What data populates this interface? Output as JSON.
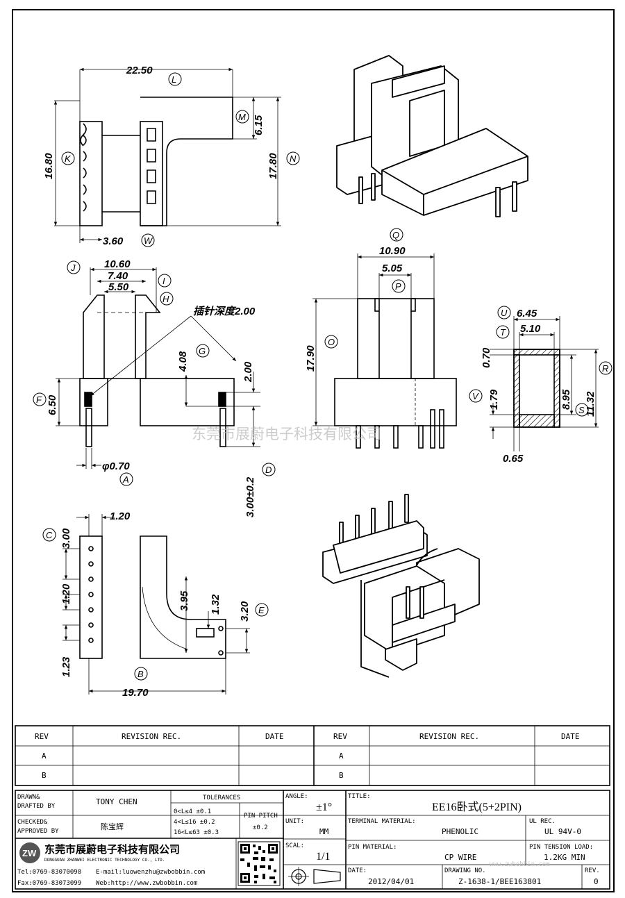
{
  "dimensions": {
    "top_view": {
      "width": "22.50",
      "width_tag": "L",
      "height": "16.80",
      "height_tag": "K",
      "notch": "6.15",
      "notch_tag": "M",
      "overall": "17.80",
      "overall_tag": "N",
      "wall": "3.60",
      "wall_tag": "W"
    },
    "front_view": {
      "w1": "10.60",
      "w1_tag": "J",
      "w2": "7.40",
      "w2_tag": "I",
      "w3": "5.50",
      "w3_tag": "H",
      "pin_depth": "插针深度2.00",
      "g": "4.08",
      "g_tag": "G",
      "h2": "2.00",
      "f": "6.50",
      "f_tag": "F",
      "pin_dia": "φ0.70",
      "pin_dia_tag": "A",
      "pin_len": "3.00±0.2",
      "pin_len_tag": "D"
    },
    "side_view": {
      "w1": "10.90",
      "w2": "5.05",
      "w2_tag": "P",
      "h": "17.90",
      "h_tag": "O"
    },
    "section_view": {
      "u": "6.45",
      "u_tag": "U",
      "t": "5.10",
      "t_tag": "T",
      "top": "0.70",
      "v": "1.79",
      "v_tag": "V",
      "s": "8.95",
      "s_tag": "S",
      "r": "11.32",
      "r_tag": "R",
      "bottom": "0.65"
    },
    "bottom_view": {
      "top": "1.20",
      "c": "3.00",
      "c_tag": "C",
      "pitch": "1.20",
      "pin_off": "1.23",
      "e1": "3.95",
      "e2": "1.32",
      "e3": "3.20",
      "e_tag": "E",
      "width": "19.70",
      "width_tag": "B"
    },
    "iso_tag": "Q"
  },
  "watermark": "东莞市展蔚电子科技有限公司",
  "revision_table": {
    "headers": [
      "REV",
      "REVISION REC.",
      "DATE",
      "REV",
      "REVISION REC.",
      "DATE"
    ],
    "rows": [
      [
        "A",
        "",
        "",
        "A",
        "",
        ""
      ],
      [
        "B",
        "",
        "",
        "B",
        "",
        ""
      ]
    ]
  },
  "title_block": {
    "drawn_label_1": "DRAWN&",
    "drawn_label_2": "DRAFTED BY",
    "drawn_by": "TONY CHEN",
    "checked_label_1": "CHECKED&",
    "checked_label_2": "APPROVED BY",
    "checked_by": "陈宝辉",
    "tolerances_label": "TOLERANCES",
    "tol_1": "0<L≤4    ±0.1",
    "tol_2": "4<L≤16   ±0.2",
    "tol_3": "16<L≤63  ±0.3",
    "pin_pitch_label": "PIN PITCH",
    "pin_pitch": "±0.2",
    "angle_label": "ANGLE:",
    "angle": "±1°",
    "unit_label": "UNIT:",
    "unit": "MM",
    "scale_label": "SCAL:",
    "scale": "1/1",
    "title_label": "TITLE:",
    "title": "EE16卧式(5+2PIN)",
    "terminal_label": "TERMINAL MATERIAL:",
    "terminal": "PHENOLIC",
    "ul_label": "UL REC.",
    "ul": "UL 94V-0",
    "pin_mat_label": "PIN MATERIAL:",
    "pin_mat": "CP WIRE",
    "tension_label": "PIN TENSION LOAD:",
    "tension": "1.2KG MIN",
    "date_label": "DATE:",
    "date": "2012/04/01",
    "drawing_no_label": "DRAWING NO.",
    "drawing_no": "Z-1638-1/BEE163801",
    "rev_label": "REV.",
    "rev": "0",
    "company_cn": "东莞市展蔚电子科技有限公司",
    "company_en": "DONGGUAN ZHANWEI ELECTRONIC TECHNOLOGY CO., LTD.",
    "tel": "Tel:0769-83070098",
    "email": "E-mail:luowenzhu@zwbobbin.com",
    "fax": "Fax:0769-83073099",
    "web": "Web:http://www.zwbobbin.com",
    "web_wm": "www.zwbobbin.com",
    "logo_text": "ZW"
  }
}
